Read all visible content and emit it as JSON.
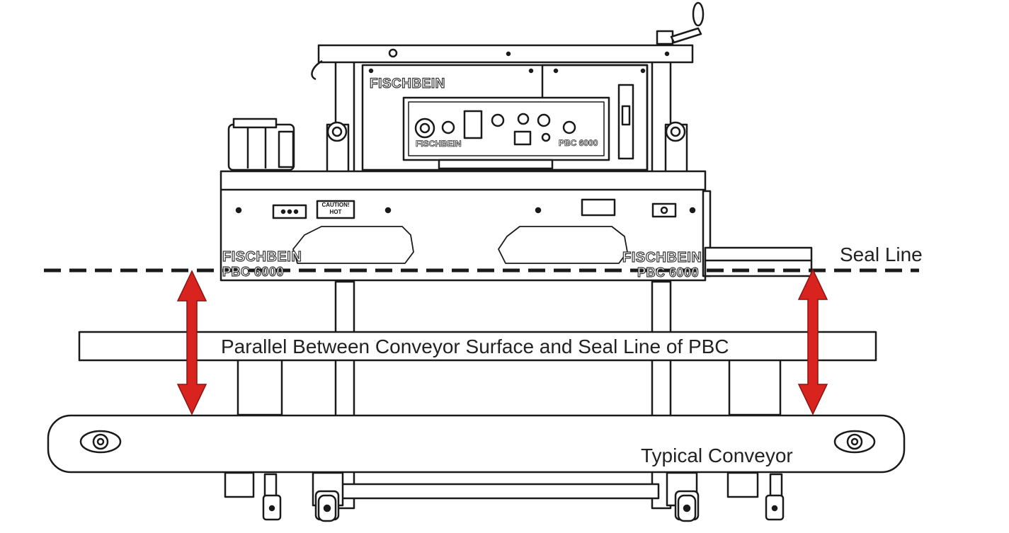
{
  "labels": {
    "seal_line": "Seal Line",
    "parallel": "Parallel Between Conveyor Surface and Seal Line of PBC",
    "conveyor": "Typical Conveyor"
  },
  "machine": {
    "brand": "FISCHBEIN",
    "model": "PBC 6000",
    "caution_line1": "CAUTION!",
    "caution_line2": "HOT"
  },
  "colors": {
    "arrow": "#d9231f",
    "line": "#1a1a1a",
    "background": "#ffffff"
  }
}
